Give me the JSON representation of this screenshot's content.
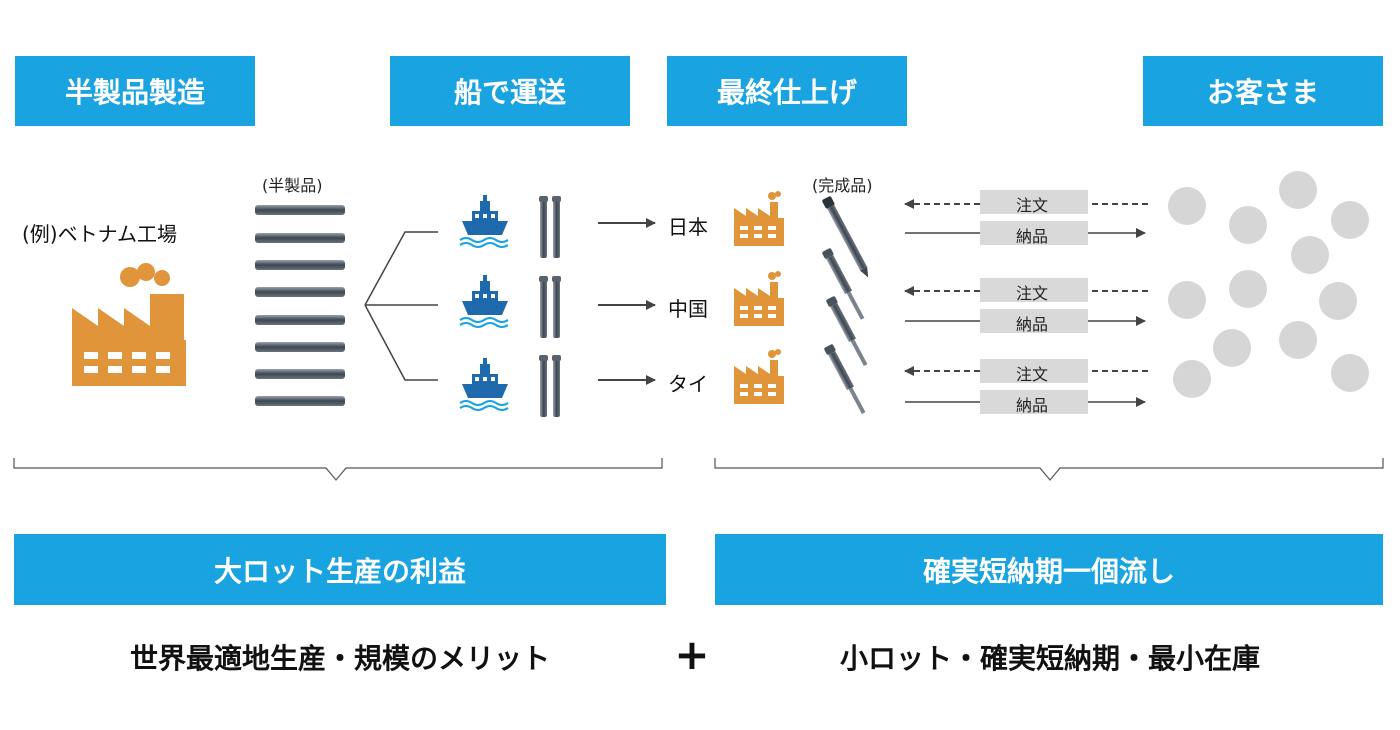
{
  "headers": {
    "semi_manufacture": "半製品製造",
    "ship_transport": "船で運送",
    "final_finish": "最終仕上げ",
    "customers": "お客さま"
  },
  "labels": {
    "example_factory": "(例)ベトナム工場",
    "semi_product": "(半製品)",
    "finished_product": "(完成品)",
    "destinations": [
      "日本",
      "中国",
      "タイ"
    ],
    "order": "注文",
    "delivery": "納品"
  },
  "bands": {
    "left": "大ロット生産の利益",
    "right": "確実短納期一個流し"
  },
  "bottom": {
    "left": "世界最適地生産・規模のメリット",
    "plus": "+",
    "right": "小ロット・確実短納期・最小在庫"
  },
  "colors": {
    "header_blue": "#19a3e0",
    "factory_orange": "#e0953a",
    "ship_blue": "#1f6aad",
    "customer_gray": "#d6d6d6",
    "tag_gray": "#d9d9d9"
  }
}
